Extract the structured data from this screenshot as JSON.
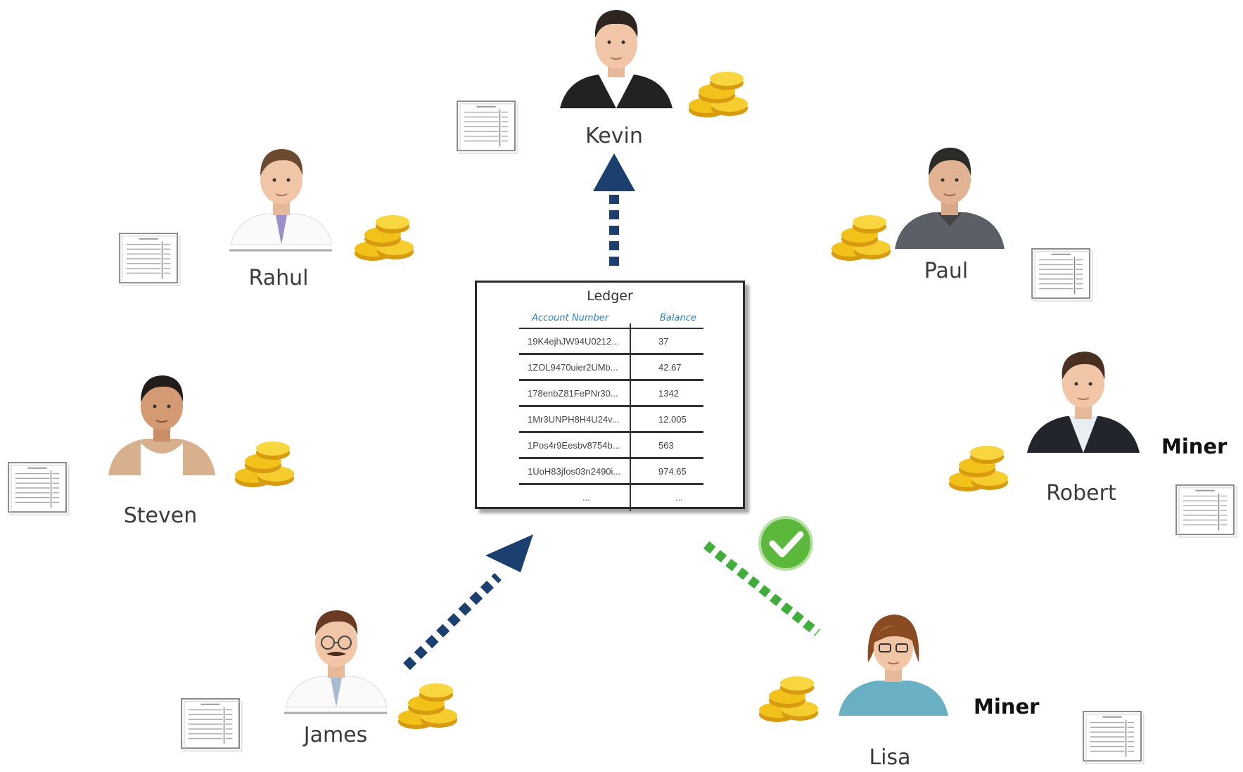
{
  "ledger": {
    "title": "Ledger",
    "columns": {
      "account": "Account Number",
      "balance": "Balance"
    },
    "rows": [
      {
        "account": "19K4ejhJW94U0212...",
        "balance": "37"
      },
      {
        "account": "1ZOL9470uier2UMb...",
        "balance": "42.67"
      },
      {
        "account": "178enbZ81FePNr30...",
        "balance": "1342"
      },
      {
        "account": "1Mr3UNPH8H4U24v...",
        "balance": "12.005"
      },
      {
        "account": "1Pos4r9Eesbv8754b...",
        "balance": "563"
      },
      {
        "account": "1UoH83jfos03n2490i...",
        "balance": "974.65"
      },
      {
        "account": "...",
        "balance": "..."
      }
    ]
  },
  "people": {
    "kevin": "Kevin",
    "rahul": "Rahul",
    "paul": "Paul",
    "steven": "Steven",
    "robert": "Robert",
    "james": "James",
    "lisa": "Lisa"
  },
  "miner_label": "Miner",
  "colors": {
    "arrow_blue": "#1b3f6e",
    "arrow_green": "#3fae3a",
    "check_green": "#5cb83a",
    "coin_gold": "#f3c21a",
    "coin_dark": "#d89a10"
  },
  "icons": {
    "coins": "coins-icon",
    "document": "ledger-document-icon",
    "check": "check-icon"
  }
}
